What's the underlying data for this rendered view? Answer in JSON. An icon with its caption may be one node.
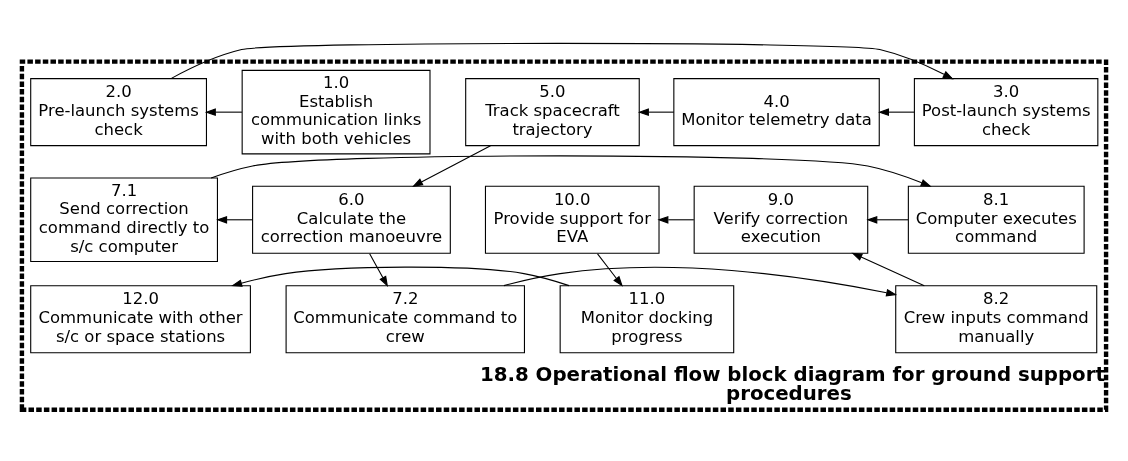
{
  "diagram": {
    "nodes": [
      {
        "text": [
          "18.8 Operational flow block diagram for ground support procedures"
        ]
      },
      {
        "text": [
          "1.0",
          "Establish communication links with both vehicles"
        ],
        "in": 0
      },
      {
        "text": [
          "2.0",
          "Pre-launch systems check"
        ],
        "in": 0
      },
      {
        "text": [
          "3.0",
          "Post-launch systems check"
        ],
        "in": 0
      },
      {
        "text": [
          "4.0",
          "Monitor telemetry data"
        ],
        "in": 0
      },
      {
        "text": [
          "5.0",
          "Track spacecraft trajectory"
        ],
        "in": 0
      },
      {
        "text": [
          "6.0",
          "Calculate the correction manoeuvre"
        ],
        "in": 0
      },
      {
        "text": [
          "7.1",
          "Send correction command directly to s/c computer"
        ],
        "in": 0
      },
      {
        "text": [
          "7.2",
          "Communicate command to crew"
        ],
        "in": 0
      },
      {
        "text": [
          "8.1",
          "Computer executes command"
        ],
        "in": 0
      },
      {
        "text": [
          "8.2",
          "Crew inputs command manually"
        ],
        "in": 0
      },
      {
        "text": [
          "9.0",
          "Verify correction execution"
        ],
        "in": 0
      },
      {
        "text": [
          "10.0",
          "Provide support for EVA"
        ],
        "in": 0
      },
      {
        "text": [
          "11.0",
          "Monitor docking progress"
        ],
        "in": 0
      },
      {
        "text": [
          "12.0",
          "Communicate with other s/c or space stations"
        ],
        "in": 0
      }
    ],
    "edges": [
      {
        "from": 1,
        "to": 2,
        "arrow": "to"
      },
      {
        "from": 2,
        "to": 3,
        "arrow": "to"
      },
      {
        "from": 3,
        "to": 4,
        "arrow": "to"
      },
      {
        "from": 4,
        "to": 5,
        "arrow": "to"
      },
      {
        "from": 5,
        "to": 6,
        "arrow": "to"
      },
      {
        "from": 6,
        "to": 7,
        "arrow": "to"
      },
      {
        "from": 6,
        "to": 8,
        "arrow": "to"
      },
      {
        "from": 7,
        "to": 9,
        "arrow": "to"
      },
      {
        "from": 8,
        "to": 10,
        "arrow": "to"
      },
      {
        "from": 9,
        "to": 11,
        "arrow": "to"
      },
      {
        "from": 10,
        "to": 11,
        "arrow": "to"
      },
      {
        "from": 11,
        "to": 12,
        "arrow": "to"
      },
      {
        "from": 12,
        "to": 13,
        "arrow": "to"
      },
      {
        "from": 13,
        "to": 14,
        "arrow": "to"
      }
    ]
  }
}
